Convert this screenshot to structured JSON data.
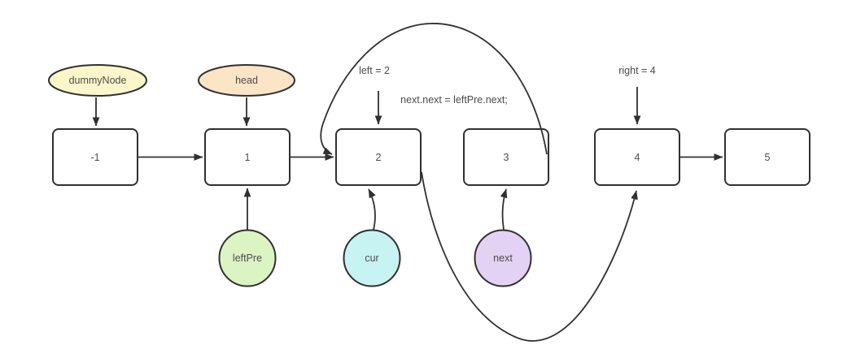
{
  "diagram": {
    "background": "#ffffff",
    "stroke_color": "#303030",
    "text_color": "#4c4c4c",
    "node_fill": "#ffffff"
  },
  "nodes": [
    {
      "label": "-1"
    },
    {
      "label": "1"
    },
    {
      "label": "2"
    },
    {
      "label": "3"
    },
    {
      "label": "4"
    },
    {
      "label": "5"
    }
  ],
  "pointers": [
    {
      "label": "dummyNode",
      "shape": "ellipse",
      "color": "#fbf7cb",
      "points_to": "-1"
    },
    {
      "label": "head",
      "shape": "ellipse",
      "color": "#fce4c7",
      "points_to": "1"
    },
    {
      "label": "leftPre",
      "shape": "circle",
      "color": "#dcf3c4",
      "points_to": "1"
    },
    {
      "label": "cur",
      "shape": "circle",
      "color": "#c8f3f3",
      "points_to": "2"
    },
    {
      "label": "next",
      "shape": "circle",
      "color": "#e3d2f4",
      "points_to": "3"
    }
  ],
  "annotations": [
    {
      "text": "left = 2",
      "points_to": "2"
    },
    {
      "text": "next.next = leftPre.next;"
    },
    {
      "text": "right = 4",
      "points_to": "4"
    }
  ],
  "edges": [
    {
      "from": "-1",
      "to": "1",
      "style": "straight"
    },
    {
      "from": "1",
      "to": "2",
      "style": "straight"
    },
    {
      "from": "4",
      "to": "5",
      "style": "straight"
    },
    {
      "from": "3",
      "to": "2",
      "style": "arc-over-top"
    },
    {
      "from": "2",
      "to": "4",
      "style": "arc-under-bottom"
    }
  ]
}
